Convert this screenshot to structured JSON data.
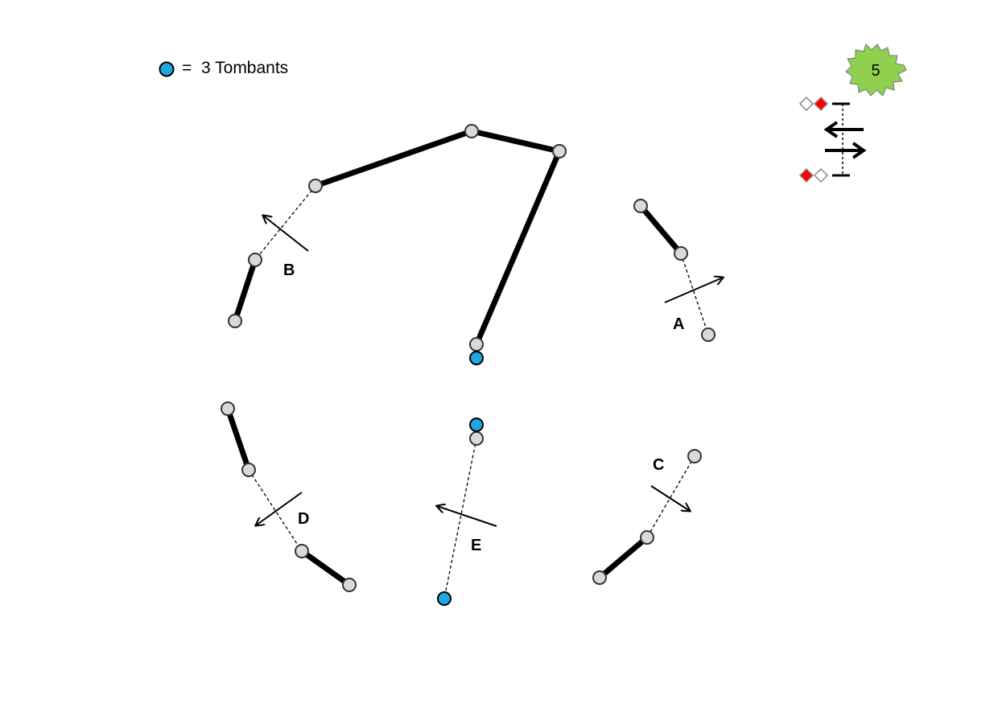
{
  "legend": {
    "marker_color": "#1fa8e0",
    "eq_sign": "=",
    "text": "3 Tombants"
  },
  "badge": {
    "value": "5",
    "color": "#8fd14f"
  },
  "labels": {
    "a": "A",
    "b": "B",
    "c": "C",
    "d": "D",
    "e": "E"
  },
  "colors": {
    "gray_node": "#d9d9d9",
    "blue_node": "#1fa8e0",
    "red_diamond": "#ff0000"
  }
}
